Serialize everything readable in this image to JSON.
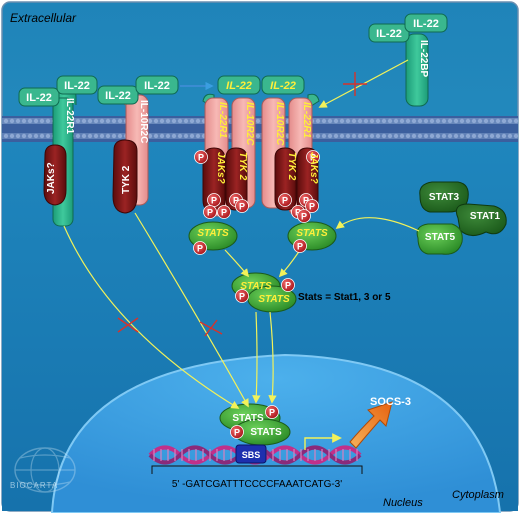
{
  "compartments": {
    "extracellular": "Extracellular",
    "cytoplasm": "Cytoplasm",
    "nucleus": "Nucleus"
  },
  "ligand": "IL-22",
  "binding_protein": "IL-22BP",
  "receptors": {
    "r1": "IL-22R1",
    "r2": "IL-10R2C"
  },
  "kinases": {
    "jak": "JAKs?",
    "tyk": "TYK 2"
  },
  "stats": {
    "generic": "STATS",
    "stat3": "STAT3",
    "stat1": "STAT1",
    "stat5": "STAT5",
    "nuclear": "STATS",
    "note": "Stats = Stat1, 3 or 5"
  },
  "phospho": "P",
  "dna": {
    "sbs": "SBS",
    "sequence": "5' -GATCGATTTCCCCFAAATCATG-3'"
  },
  "target_gene": "SOCS-3",
  "watermark": "BIOCARTA",
  "colors": {
    "extracellular": "#2a8fc0",
    "cytoplasm": "#1978b2",
    "membrane": "#4c6fb1",
    "nucleus": "#3a9ee0",
    "receptor_green": "#2bb386",
    "receptor_pink": "#f0a0a0",
    "kinase": "#7c1616",
    "stat_green": "#36a52f",
    "stat_label": "#ffef3a",
    "phospho_red": "#c8262c",
    "arrow_yellow": "#f2f25a",
    "inhibit_red": "#d8322a",
    "sbs_blue": "#1d2fae",
    "socs_orange": "#f07a1a"
  }
}
